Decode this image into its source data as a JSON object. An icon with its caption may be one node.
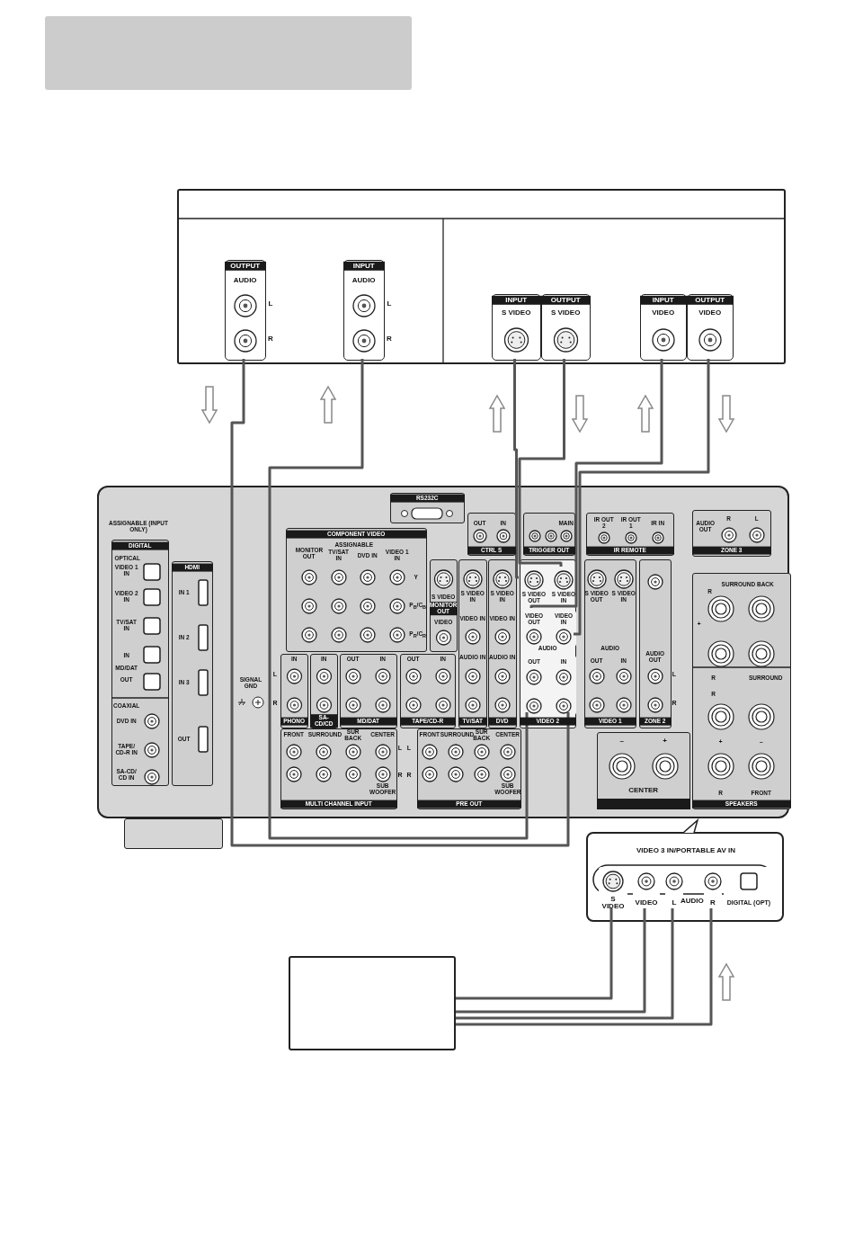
{
  "diagram": {
    "nodes": [
      {
        "text": [],
        "shape": "box"
      },
      {
        "text": [
          "OUTPUT",
          "AUDIO"
        ],
        "beside": [
          "L",
          "R"
        ],
        "in": 0
      },
      {
        "text": [
          "INPUT",
          "AUDIO"
        ],
        "beside": [
          "L",
          "R"
        ],
        "in": 0
      },
      {
        "text": [
          "INPUT",
          "S VIDEO"
        ],
        "in": 0
      },
      {
        "text": [
          "OUTPUT",
          "S VIDEO"
        ],
        "in": 0
      },
      {
        "text": [
          "INPUT",
          "VIDEO"
        ],
        "in": 0
      },
      {
        "text": [
          "OUTPUT",
          "VIDEO"
        ],
        "in": 0
      },
      {
        "text": [],
        "shape": "box"
      },
      {
        "text": [
          "DIGITAL",
          "OPTICAL",
          "VIDEO 1 IN",
          "VIDEO 2 IN",
          "TV/SAT IN",
          "IN",
          "MD/DAT",
          "OUT",
          "COAXIAL",
          "DVD IN",
          "TAPE/ CD-R IN",
          "SA-CD/ CD IN"
        ],
        "beside": [
          "ASSIGNABLE (INPUT ONLY)"
        ],
        "in": 7
      },
      {
        "text": [
          "HDMI",
          "IN 1",
          "IN 2",
          "IN 3",
          "OUT"
        ],
        "in": 7
      },
      {
        "text": [
          "COMPONENT VIDEO",
          "MONITOR OUT",
          "ASSIGNABLE",
          "TV/SAT IN",
          "DVD IN",
          "VIDEO 1 IN",
          "Y",
          "P$_{B}$/C$_{B}$",
          "P$_{R}$/C$_{R}$"
        ],
        "in": 7
      },
      {
        "text": [
          "RS232C"
        ],
        "in": 7
      },
      {
        "text": [
          "OUT",
          "IN",
          "CTRL S"
        ],
        "in": 7
      },
      {
        "text": [
          "MAIN",
          "TRIGGER OUT"
        ],
        "in": 7
      },
      {
        "text": [
          "IR OUT 2",
          "IR OUT 1",
          "IR IN",
          "IR REMOTE"
        ],
        "in": 7
      },
      {
        "text": [
          "AUDIO OUT",
          "R",
          "L",
          "ZONE 3"
        ],
        "in": 7
      },
      {
        "text": [
          "S VIDEO",
          "MONITOR OUT",
          "VIDEO"
        ],
        "in": 7
      },
      {
        "text": [
          "S VIDEO IN",
          "VIDEO IN",
          "AUDIO IN",
          "TV/SAT"
        ],
        "in": 7
      },
      {
        "text": [
          "S VIDEO IN",
          "VIDEO IN",
          "AUDIO IN",
          "DVD"
        ],
        "in": 7
      },
      {
        "text": [
          "AUDIO",
          "VIDEO 2"
        ],
        "in": 7
      },
      {
        "text": [
          "S VIDEO OUT"
        ],
        "in": 19
      },
      {
        "text": [
          "S VIDEO IN"
        ],
        "in": 19
      },
      {
        "text": [
          "VIDEO OUT"
        ],
        "in": 19
      },
      {
        "text": [
          "VIDEO IN"
        ],
        "in": 19
      },
      {
        "text": [
          "OUT"
        ],
        "in": 19
      },
      {
        "text": [
          "IN"
        ],
        "in": 19
      },
      {
        "text": [
          "S VIDEO OUT",
          "S VIDEO IN",
          "AUDIO",
          "OUT",
          "IN",
          "VIDEO 1"
        ],
        "in": 7
      },
      {
        "text": [
          "AUDIO OUT",
          "ZONE 2"
        ],
        "in": 7
      },
      {
        "text": [
          "IN",
          "PHONO"
        ],
        "in": 7
      },
      {
        "text": [
          "IN",
          "SA-CD/CD"
        ],
        "in": 7
      },
      {
        "text": [
          "OUT",
          "IN",
          "MD/DAT"
        ],
        "in": 7
      },
      {
        "text": [
          "OUT",
          "IN",
          "TAPE/CD-R"
        ],
        "in": 7
      },
      {
        "text": [
          "FRONT",
          "SURROUND",
          "SUR BACK",
          "CENTER",
          "SUB WOOFER",
          "MULTI CHANNEL INPUT"
        ],
        "in": 7
      },
      {
        "text": [
          "FRONT",
          "SURROUND",
          "SUR BACK",
          "CENTER",
          "SUB WOOFER",
          "PRE OUT"
        ],
        "in": 7
      },
      {
        "text": [
          "–",
          "+",
          "CENTER"
        ],
        "in": 7
      },
      {
        "text": [
          "SURROUND BACK",
          "R",
          "+",
          "R",
          "SURROUND",
          "R",
          "+",
          "–",
          "R",
          "FRONT",
          "SPEAKERS"
        ],
        "in": 7
      },
      {
        "text": [
          "VIDEO 3 IN/PORTABLE AV IN",
          "AUDIO"
        ]
      },
      {
        "text": [
          "S VIDEO"
        ],
        "in": 36
      },
      {
        "text": [
          "VIDEO"
        ],
        "in": 36
      },
      {
        "text": [
          "L"
        ],
        "in": 36
      },
      {
        "text": [
          "R"
        ],
        "in": 36
      },
      {
        "text": [
          "DIGITAL (OPT)"
        ],
        "in": 36
      },
      {
        "text": [],
        "shape": "box"
      },
      {
        "text": [],
        "shape": "box"
      },
      {
        "text": [],
        "shape": "box"
      }
    ],
    "edges": [
      {
        "from": 1,
        "to": 25,
        "arrow": "none"
      },
      {
        "from": 24,
        "to": 2,
        "arrow": "none"
      },
      {
        "from": 20,
        "to": 3,
        "arrow": "none"
      },
      {
        "from": 4,
        "to": 21,
        "arrow": "none"
      },
      {
        "from": 22,
        "to": 5,
        "arrow": "none"
      },
      {
        "from": 6,
        "to": 23,
        "arrow": "none"
      },
      {
        "from": 42,
        "to": 37,
        "arrow": "none"
      },
      {
        "from": 42,
        "to": 38,
        "arrow": "none"
      },
      {
        "from": 42,
        "to": 39,
        "arrow": "none"
      },
      {
        "from": 42,
        "to": 40,
        "arrow": "none"
      }
    ],
    "labels": [
      "SIGNAL GND",
      "L",
      "R",
      "L",
      "R",
      "L",
      "R",
      "L",
      "R"
    ]
  }
}
